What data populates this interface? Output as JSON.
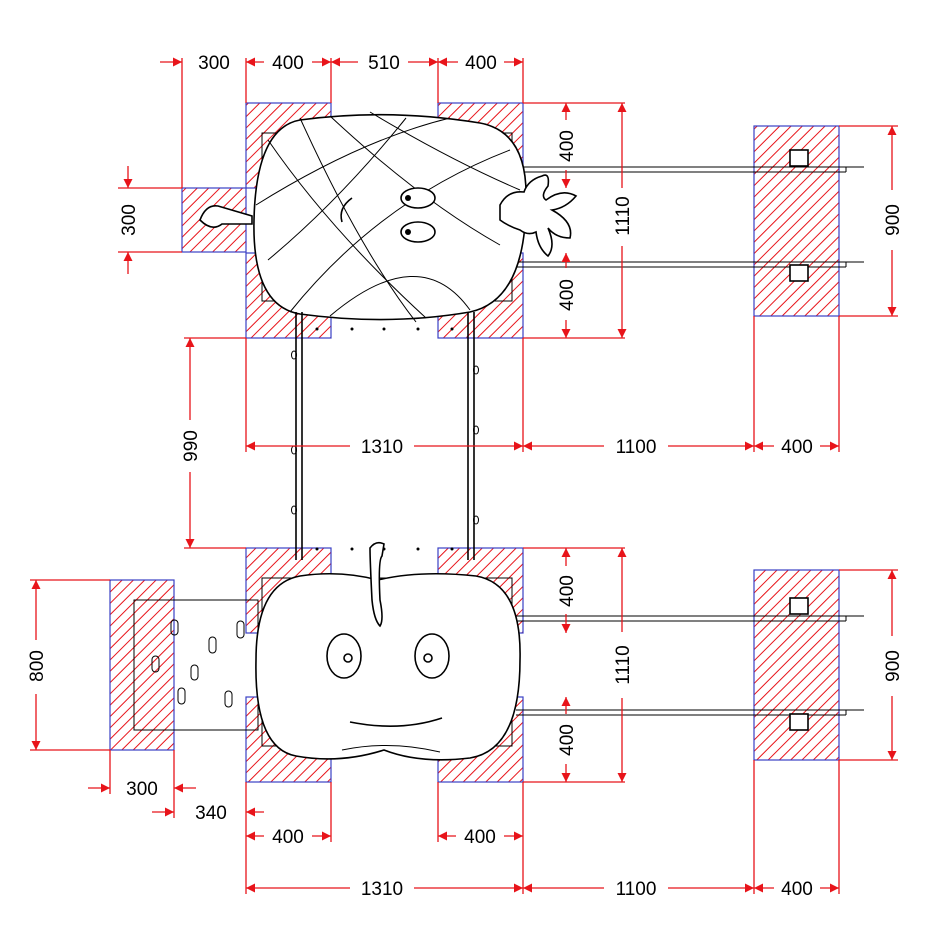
{
  "colors": {
    "dimension": "#e8141a",
    "footing_outline": "#3a3fc4",
    "hatch": "#e8141a",
    "ink": "#000000"
  },
  "dimensions": {
    "top_h1": "300",
    "top_h2": "400",
    "top_h3": "510",
    "top_h4": "400",
    "left_top_v": "300",
    "right_top_v1": "400",
    "right_top_v2": "1110",
    "right_top_v3": "400",
    "far_right_top_v": "900",
    "left_mid_v": "990",
    "mid_h1": "1310",
    "mid_h2": "1100",
    "mid_h3": "400",
    "left_bottom_v": "800",
    "right_bottom_v1": "400",
    "right_bottom_v2": "1110",
    "right_bottom_v3": "400",
    "far_right_bottom_v": "900",
    "bottom_h_300": "300",
    "bottom_h_340": "340",
    "bottom_h_400a": "400",
    "bottom_h_400b": "400",
    "bottom_h_1310": "1310",
    "bottom_h_1100": "1100",
    "bottom_h_400c": "400"
  }
}
